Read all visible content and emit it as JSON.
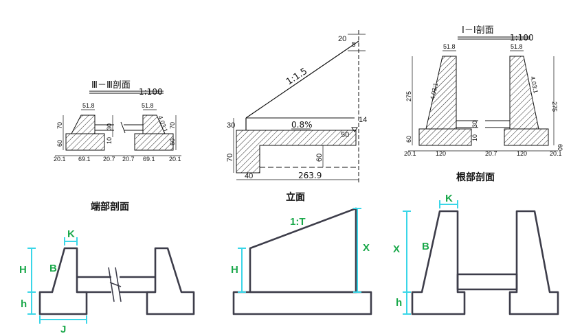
{
  "top_left": {
    "title": "Ⅲ－Ⅲ剖面",
    "scale": "1:100",
    "dims": {
      "d51_8": "51.8",
      "d70": "70",
      "d30": "30",
      "d60": "60",
      "d10": "10",
      "d4031": "4.03:1",
      "d20_1": "20.1",
      "d69_1": "69.1",
      "d20_7": "20.7"
    }
  },
  "top_center": {
    "dims": {
      "d20": "20",
      "d5": "5",
      "slope": "1:1.5",
      "d30": "30",
      "grade": "0.8%",
      "d14": "14",
      "d50": "50",
      "d70": "70",
      "d60": "60",
      "d40": "40",
      "d263_9": "263.9"
    }
  },
  "top_right": {
    "title": "Ⅰ－Ⅰ剖面",
    "scale": "1:100",
    "dims": {
      "d51_8": "51.8",
      "d275": "275",
      "d4031": "4.03:1",
      "d30": "30",
      "d60": "60",
      "d10": "10",
      "d20_1": "20.1",
      "d120": "120",
      "d20_7": "20.7"
    }
  },
  "headings": {
    "end": "端部剖面",
    "elev": "立面",
    "root": "根部剖面"
  },
  "labels": {
    "H": "H",
    "h": "h",
    "B": "B",
    "K": "K",
    "J": "J",
    "slope": "1:T",
    "X": "X"
  },
  "colors": {
    "annotation": "#1aa84a",
    "cyan": "#3ad6e8",
    "line": "#3d3d4a"
  }
}
